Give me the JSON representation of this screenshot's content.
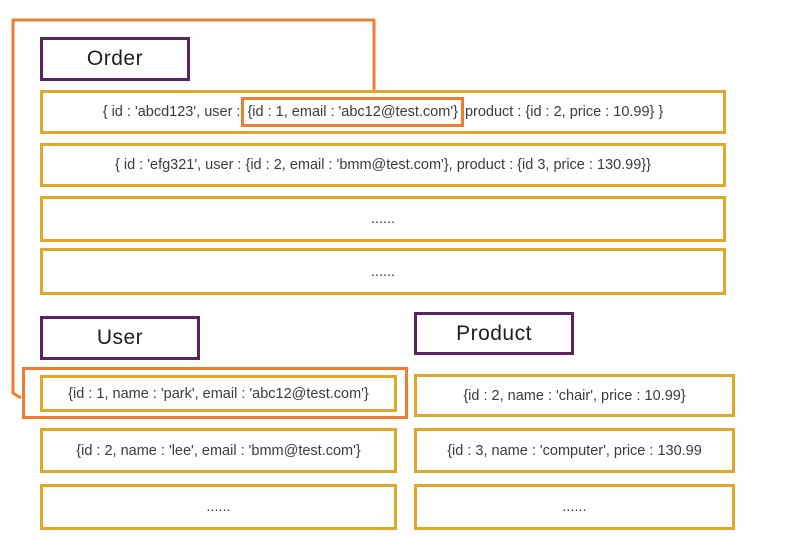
{
  "colors": {
    "purple": "#5B2262",
    "gold": "#E0A728",
    "orange": "#ED7D31"
  },
  "order": {
    "title": "Order",
    "row1": {
      "prefix": "{ id : 'abcd123', user : ",
      "highlighted_user_ref": "{id : 1, email : 'abc12@test.com'}",
      "suffix": " product : {id : 2, price : 10.99} }"
    },
    "row2": "{ id : 'efg321', user : {id : 2, email : 'bmm@test.com'}, product : {id 3, price : 130.99}}",
    "row3": "......",
    "row4": "......"
  },
  "user": {
    "title": "User",
    "row1": "{id : 1, name : 'park', email : 'abc12@test.com'}",
    "row2": "{id : 2, name : 'lee', email : 'bmm@test.com'}",
    "row3": "......"
  },
  "product": {
    "title": "Product",
    "row1": "{id : 2, name : 'chair', price : 10.99}",
    "row2": "{id : 3, name : 'computer', price : 130.99",
    "row3": "......"
  }
}
